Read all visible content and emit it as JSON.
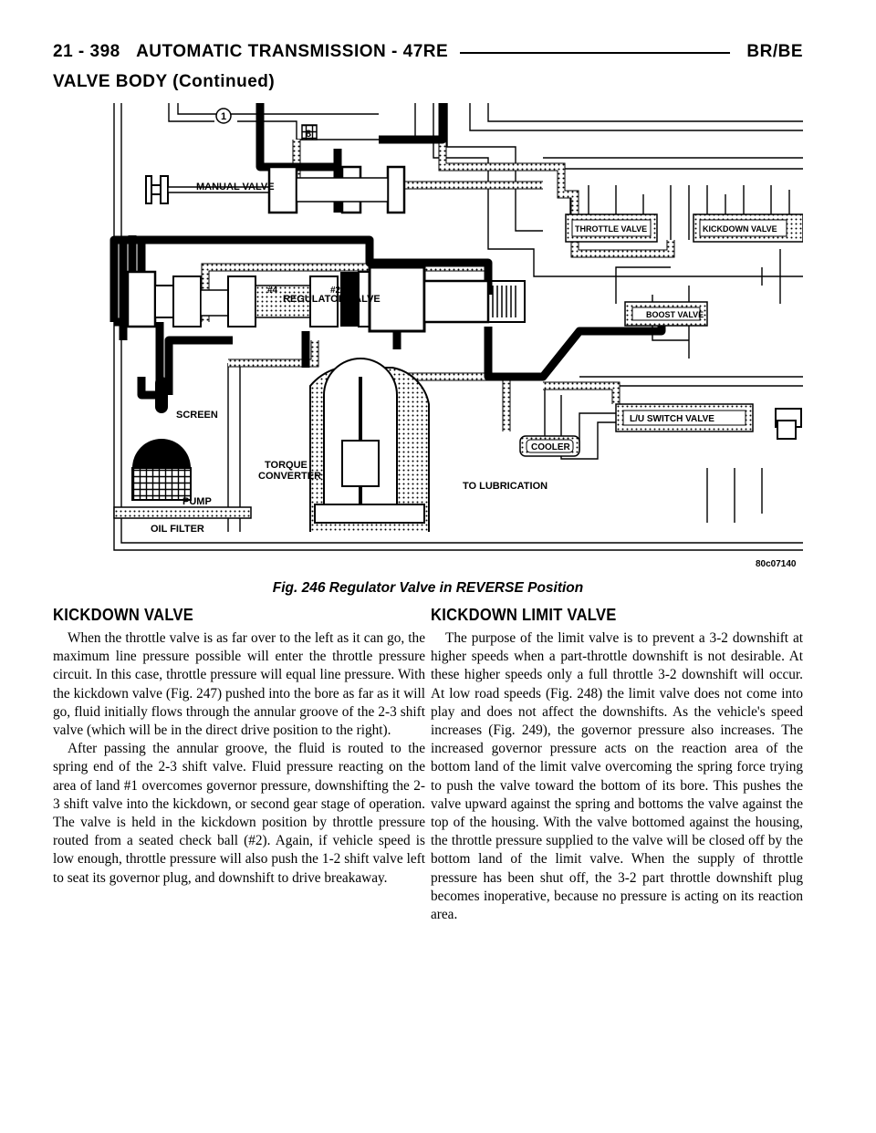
{
  "header": {
    "page_number": "21 - 398",
    "chapter": "AUTOMATIC TRANSMISSION - 47RE",
    "model": "BR/BE"
  },
  "section_title": "VALVE BODY (Continued)",
  "figure": {
    "labels": {
      "manual_valve": "MANUAL VALVE",
      "throttle_valve": "THROTTLE VALVE",
      "kickdown_valve": "KICKDOWN VALVE",
      "regulator_valve": "REGULATOR VALVE",
      "boost_valve": "BOOST VALVE",
      "lu_switch_valve": "L/U SWITCH VALVE",
      "screen": "SCREEN",
      "pump": "PUMP",
      "oil_filter": "OIL FILTER",
      "torque_converter_1": "TORQUE",
      "torque_converter_2": "CONVERTER",
      "cooler": "COOLER",
      "to_lubrication": "TO LUBRICATION",
      "ball_4": "#4",
      "ball_2": "#2",
      "circle_1": "1",
      "box_8": "8",
      "code": "80c07140"
    },
    "caption": "Fig. 246 Regulator Valve in REVERSE Position"
  },
  "left_column": {
    "heading": "KICKDOWN VALVE",
    "paragraphs": [
      "When the throttle valve is as far over to the left as it can go, the maximum line pressure possible will enter the throttle pressure circuit. In this case, throttle pressure will equal line pressure. With the kickdown valve (Fig. 247) pushed into the bore as far as it will go, fluid initially flows through the annular groove of the 2-3 shift valve (which will be in the direct drive position to the right).",
      "After passing the annular groove, the fluid is routed to the spring end of the 2-3 shift valve. Fluid pressure reacting on the area of land #1 overcomes governor pressure, downshifting the 2-3 shift valve into the kickdown, or second gear stage of operation. The valve is held in the kickdown position by throttle pressure routed from a seated check ball (#2). Again, if vehicle speed is low enough, throttle pressure will also push the 1-2 shift valve left to seat its governor plug, and downshift to drive breakaway."
    ]
  },
  "right_column": {
    "heading": "KICKDOWN LIMIT VALVE",
    "paragraphs": [
      "The purpose of the limit valve is to prevent a 3-2 downshift at higher speeds when a part-throttle downshift is not desirable. At these higher speeds only a full throttle 3-2 downshift will occur. At low road speeds (Fig. 248) the limit valve does not come into play and does not affect the downshifts. As the vehicle's speed increases (Fig. 249), the governor pressure also increases. The increased governor pressure acts on the reaction area of the bottom land of the limit valve overcoming the spring force trying to push the valve toward the bottom of its bore. This pushes the valve upward against the spring and bottoms the valve against the top of the housing. With the valve bottomed against the housing, the throttle pressure supplied to the valve will be closed off by the bottom land of the limit valve. When the supply of throttle pressure has been shut off, the 3-2 part throttle downshift plug becomes inoperative, because no pressure is acting on its reaction area."
    ]
  }
}
